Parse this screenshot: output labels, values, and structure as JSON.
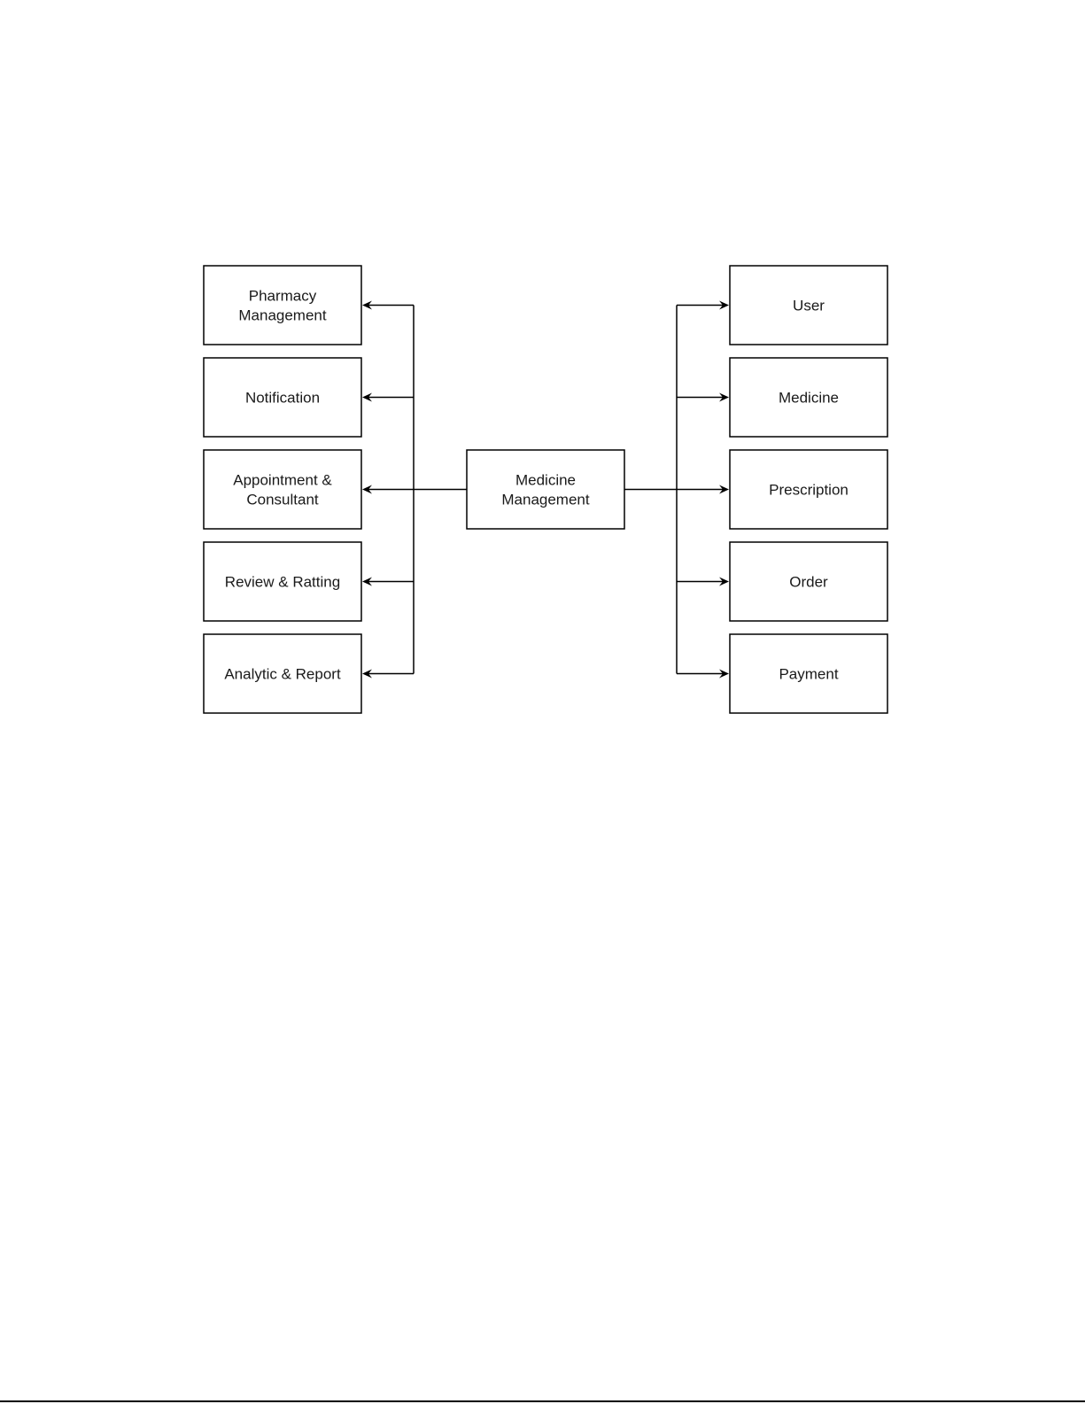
{
  "center": {
    "label": [
      "Medicine",
      "Management"
    ]
  },
  "left_nodes": [
    {
      "id": "pharmacy-management",
      "label": [
        "Pharmacy",
        "Management"
      ]
    },
    {
      "id": "notification",
      "label": [
        "Notification"
      ]
    },
    {
      "id": "appointment-consultant",
      "label": [
        "Appointment &",
        "Consultant"
      ]
    },
    {
      "id": "review-ratting",
      "label": [
        "Review & Ratting"
      ]
    },
    {
      "id": "analytic-report",
      "label": [
        "Analytic & Report"
      ]
    }
  ],
  "right_nodes": [
    {
      "id": "user",
      "label": [
        "User"
      ]
    },
    {
      "id": "medicine",
      "label": [
        "Medicine"
      ]
    },
    {
      "id": "prescription",
      "label": [
        "Prescription"
      ]
    },
    {
      "id": "order",
      "label": [
        "Order"
      ]
    },
    {
      "id": "payment",
      "label": [
        "Payment"
      ]
    }
  ],
  "colors": {
    "stroke": "#000000",
    "fill": "#ffffff",
    "text": "#1a1a1a"
  }
}
